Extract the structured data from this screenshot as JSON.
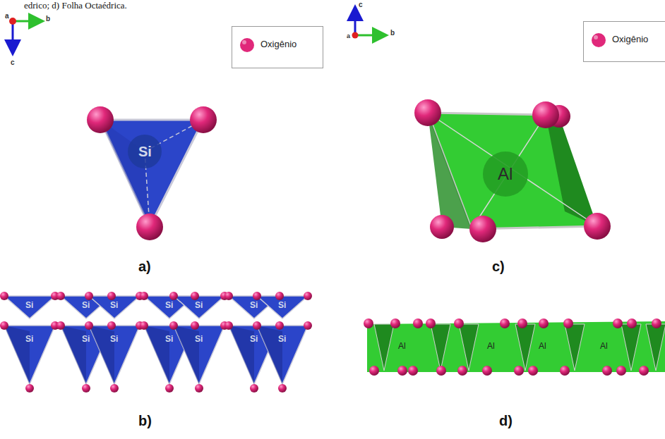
{
  "diagram": {
    "caption": "edrico; d) Folha Octaédrica.",
    "labels": [
      "a",
      "b",
      "c",
      "c",
      "b",
      "a",
      "Si",
      "Si",
      "Si",
      "Si",
      "Si",
      "Si",
      "Si",
      "Si",
      "Si",
      "Si",
      "Si",
      "Si",
      "Si",
      "Si",
      "Si",
      "Al",
      "Al",
      "Al",
      "Al",
      "Al",
      "a)",
      "b)",
      "c)",
      "d)"
    ],
    "legend": [
      {
        "text": "Oxigênio",
        "color": "#e0287a"
      },
      {
        "text": "Oxigênio",
        "color": "#e0287a"
      }
    ]
  }
}
